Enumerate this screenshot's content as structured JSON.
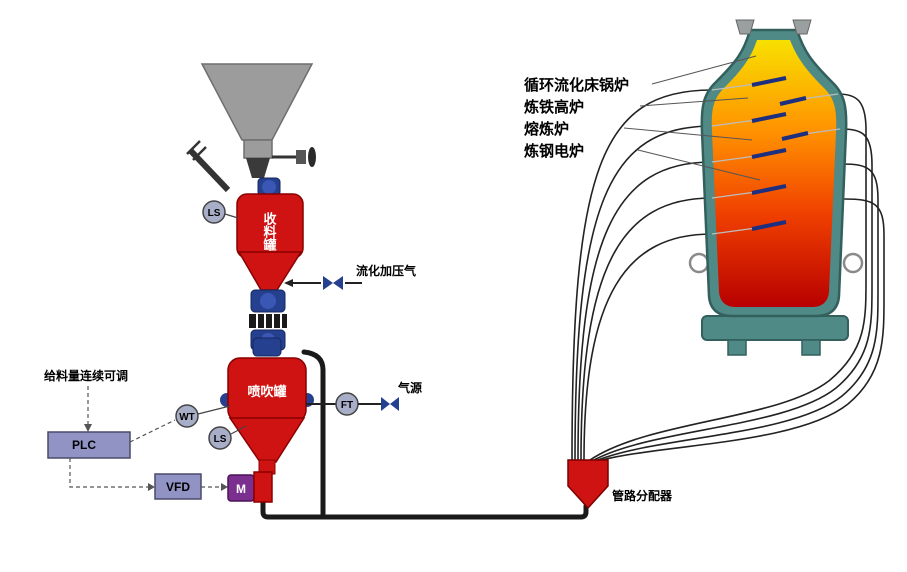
{
  "diagram": {
    "vessels": {
      "receiving_tank": "收料罐",
      "injection_tank": "喷吹罐"
    },
    "labels": {
      "fluidization_gas": "流化加压气",
      "gas_source": "气源",
      "feed_adjustable": "给料量连续可调",
      "distributor": "管路分配器"
    },
    "instruments": {
      "level_switch_top": "LS",
      "weight_transmitter": "WT",
      "level_switch_bottom": "LS",
      "flow_transmitter": "FT"
    },
    "control": {
      "plc": "PLC",
      "vfd": "VFD",
      "motor": "M"
    },
    "applications": [
      "循环流化床锅炉",
      "炼铁高炉",
      "熔炼炉",
      "炼钢电炉"
    ],
    "colors": {
      "vessel_red": "#cf1313",
      "valve_blue": "#24408e",
      "motor_purple": "#7b2f8e",
      "control_box": "#9093c4",
      "instrument_fill": "#a9aec8",
      "furnace_shell": "#4f8a86",
      "flame_top": "#f8e000",
      "flame_bottom": "#b80000",
      "funnel_gray": "#9c9c9c"
    }
  }
}
